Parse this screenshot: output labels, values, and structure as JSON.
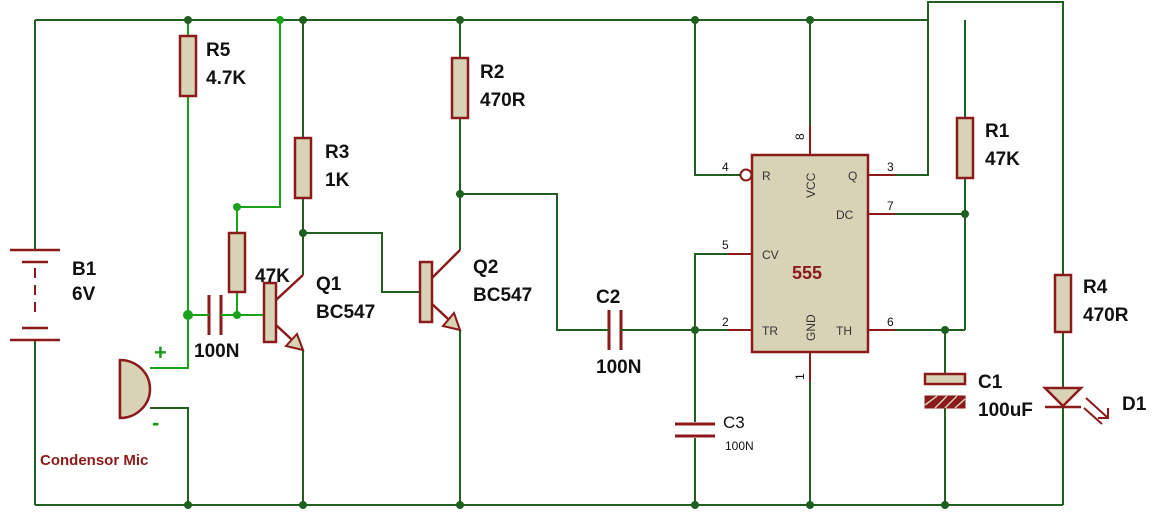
{
  "labels": {
    "r5_ref": "R5",
    "r5_val": "4.7K",
    "r2_ref": "R2",
    "r2_val": "470R",
    "r3_ref": "R3",
    "r3_val": "1K",
    "r1_ref": "R1",
    "r1_val": "47K",
    "r4_ref": "R4",
    "r4_val": "470R",
    "rb_val": "47K",
    "b1_ref": "B1",
    "b1_val": "6V",
    "q1_ref": "Q1",
    "q1_val": "BC547",
    "q2_ref": "Q2",
    "q2_val": "BC547",
    "c2_ref": "C2",
    "c2_val": "100N",
    "cin_val": "100N",
    "c3_ref": "C3",
    "c3_val": "100N",
    "c1_ref": "C1",
    "c1_val": "100uF",
    "d1_ref": "D1",
    "mic_label": "Condensor Mic",
    "mic_plus": "+",
    "mic_minus": "-"
  },
  "ic": {
    "name": "555",
    "pins": {
      "r": "R",
      "vcc": "VCC",
      "q": "Q",
      "dc": "DC",
      "cv": "CV",
      "tr": "TR",
      "gnd": "GND",
      "th": "TH"
    },
    "pin_numbers": {
      "p8": "8",
      "p4": "4",
      "p3": "3",
      "p7": "7",
      "p5": "5",
      "p2": "2",
      "p6": "6",
      "p1": "1"
    }
  },
  "colors": {
    "wire": "#1f5f1f",
    "wire_bright": "#1aa31a",
    "component": "#8b1a1a",
    "component_fill": "#d8d3b6",
    "ic_fill": "#d8d3b6"
  }
}
